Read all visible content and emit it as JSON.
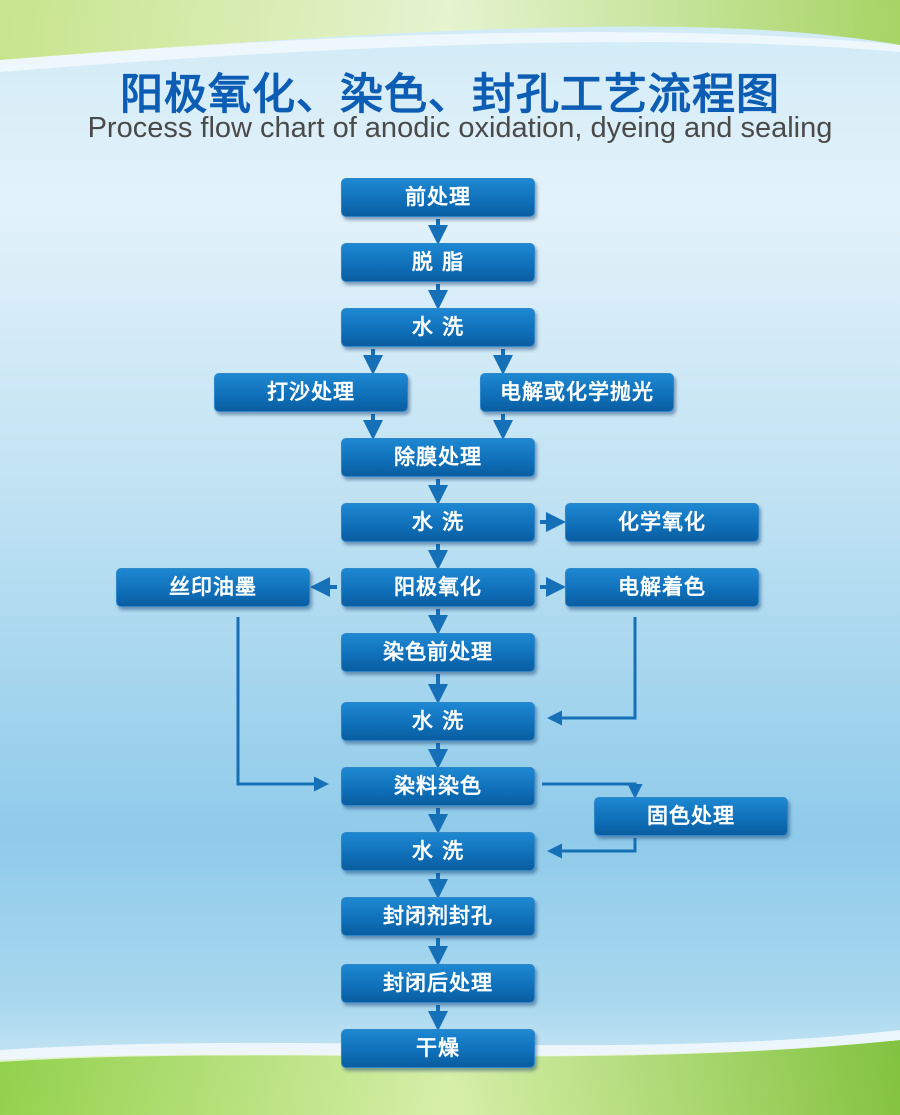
{
  "title": "阳极氧化、染色、封孔工艺流程图",
  "subtitle": "Process flow chart of anodic oxidation, dyeing and sealing",
  "steps": {
    "pretreatment": "前处理",
    "degreasing": "脱 脂",
    "wash1": "水 洗",
    "sanding": "打沙处理",
    "polishing": "电解或化学抛光",
    "film_removal": "除膜处理",
    "wash2": "水 洗",
    "chemical_oxidation": "化学氧化",
    "anodizing": "阳极氧化",
    "silkscreen": "丝印油墨",
    "electrolytic_coloring": "电解着色",
    "pre_dye": "染色前处理",
    "wash3": "水 洗",
    "dyeing": "染料染色",
    "color_fixing": "固色处理",
    "wash4": "水 洗",
    "sealing": "封闭剂封孔",
    "post_seal": "封闭后处理",
    "drying": "干燥"
  },
  "colors": {
    "title": "#0d5db4",
    "box": "#0f6fb8",
    "connector": "#1570b8"
  }
}
